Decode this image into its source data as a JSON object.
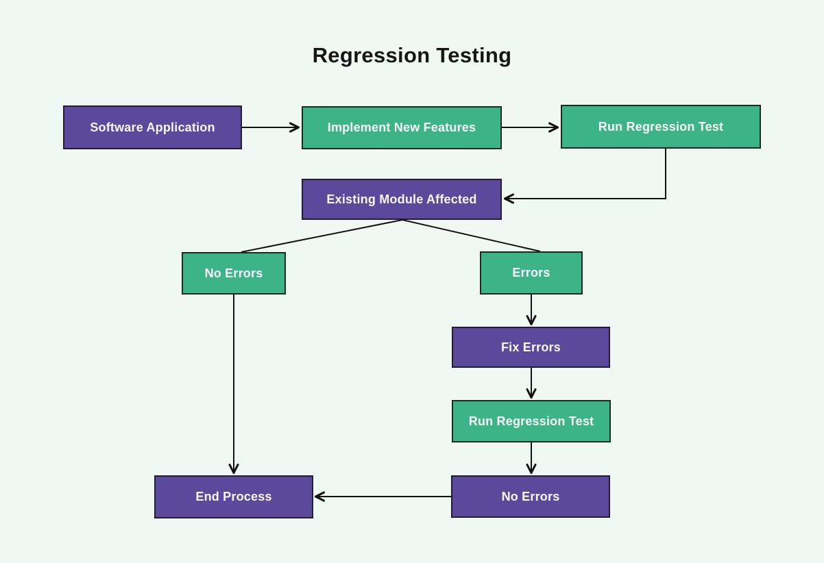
{
  "page": {
    "title": "Regression Testing",
    "background_color": "#f0f8f4"
  },
  "palette": {
    "purple_node_fill": "#5b4a9b",
    "green_node_fill": "#3db487",
    "node_text_color": "#f8f7fc",
    "connector_color": "#111111",
    "title_color": "#161616"
  },
  "diagram": {
    "type": "flowchart",
    "nodes": [
      {
        "id": "software-application",
        "label": "Software Application",
        "color": "purple"
      },
      {
        "id": "implement-new-features",
        "label": "Implement New Features",
        "color": "green"
      },
      {
        "id": "run-regression-test-top",
        "label": "Run Regression Test",
        "color": "green"
      },
      {
        "id": "existing-module-affected",
        "label": "Existing Module Affected",
        "color": "purple"
      },
      {
        "id": "no-errors-left",
        "label": "No Errors",
        "color": "green"
      },
      {
        "id": "errors",
        "label": "Errors",
        "color": "green"
      },
      {
        "id": "fix-errors",
        "label": "Fix Errors",
        "color": "purple"
      },
      {
        "id": "run-regression-test-loop",
        "label": "Run Regression Test",
        "color": "green"
      },
      {
        "id": "no-errors-right",
        "label": "No Errors",
        "color": "purple"
      },
      {
        "id": "end-process",
        "label": "End Process",
        "color": "purple"
      }
    ],
    "edges": [
      {
        "from": "software-application",
        "to": "implement-new-features",
        "arrow": true
      },
      {
        "from": "implement-new-features",
        "to": "run-regression-test-top",
        "arrow": true
      },
      {
        "from": "run-regression-test-top",
        "to": "existing-module-affected",
        "arrow": true
      },
      {
        "from": "existing-module-affected",
        "to": "no-errors-left",
        "arrow": false
      },
      {
        "from": "existing-module-affected",
        "to": "errors",
        "arrow": false
      },
      {
        "from": "errors",
        "to": "fix-errors",
        "arrow": true
      },
      {
        "from": "fix-errors",
        "to": "run-regression-test-loop",
        "arrow": true
      },
      {
        "from": "run-regression-test-loop",
        "to": "no-errors-right",
        "arrow": true
      },
      {
        "from": "no-errors-right",
        "to": "end-process",
        "arrow": true
      },
      {
        "from": "no-errors-left",
        "to": "end-process",
        "arrow": true
      }
    ]
  }
}
